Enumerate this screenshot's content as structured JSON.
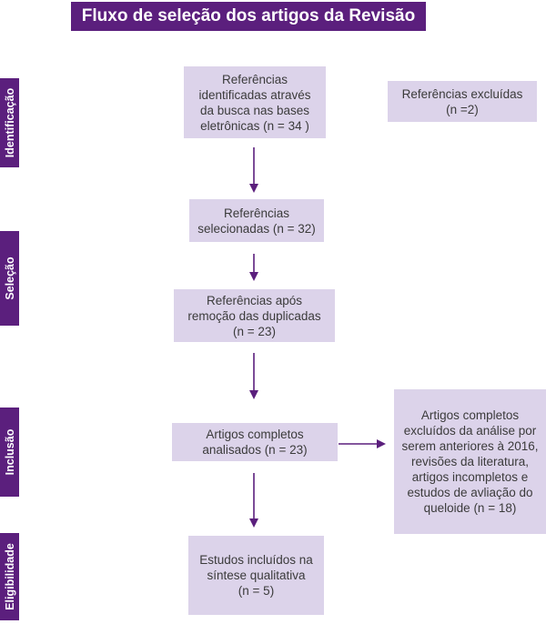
{
  "title": "Fluxo de seleção dos artigos da Revisão",
  "stages": {
    "identificacao": "Identificação",
    "selecao": "Seleção",
    "inclusao": "Inclusão",
    "elegibilidade": "Eligibilidade"
  },
  "boxes": {
    "identified": "Referências\nidentificadas através\nda busca nas bases\neletrônicas (n = 34 )",
    "excluded": "Referências excluídas\n(n =2)",
    "selected": "Referências\nselecionadas (n = 32)",
    "deduplicated": "Referências após\nremoção das duplicadas\n(n = 23)",
    "analyzed": "Artigos completos\nanalisados (n = 23)",
    "excluded_full": "Artigos completos\nexcluídos da análise por\nserem anteriores à 2016,\nrevisões da literatura,\nartigos incompletos e\nestudos de avliação do\nqueloide (n = 18)",
    "included": "Estudos incluídos na\nsíntese qualitativa\n(n = 5)"
  },
  "colors": {
    "accent": "#5b1f7d",
    "box_fill": "#dcd3ea"
  }
}
